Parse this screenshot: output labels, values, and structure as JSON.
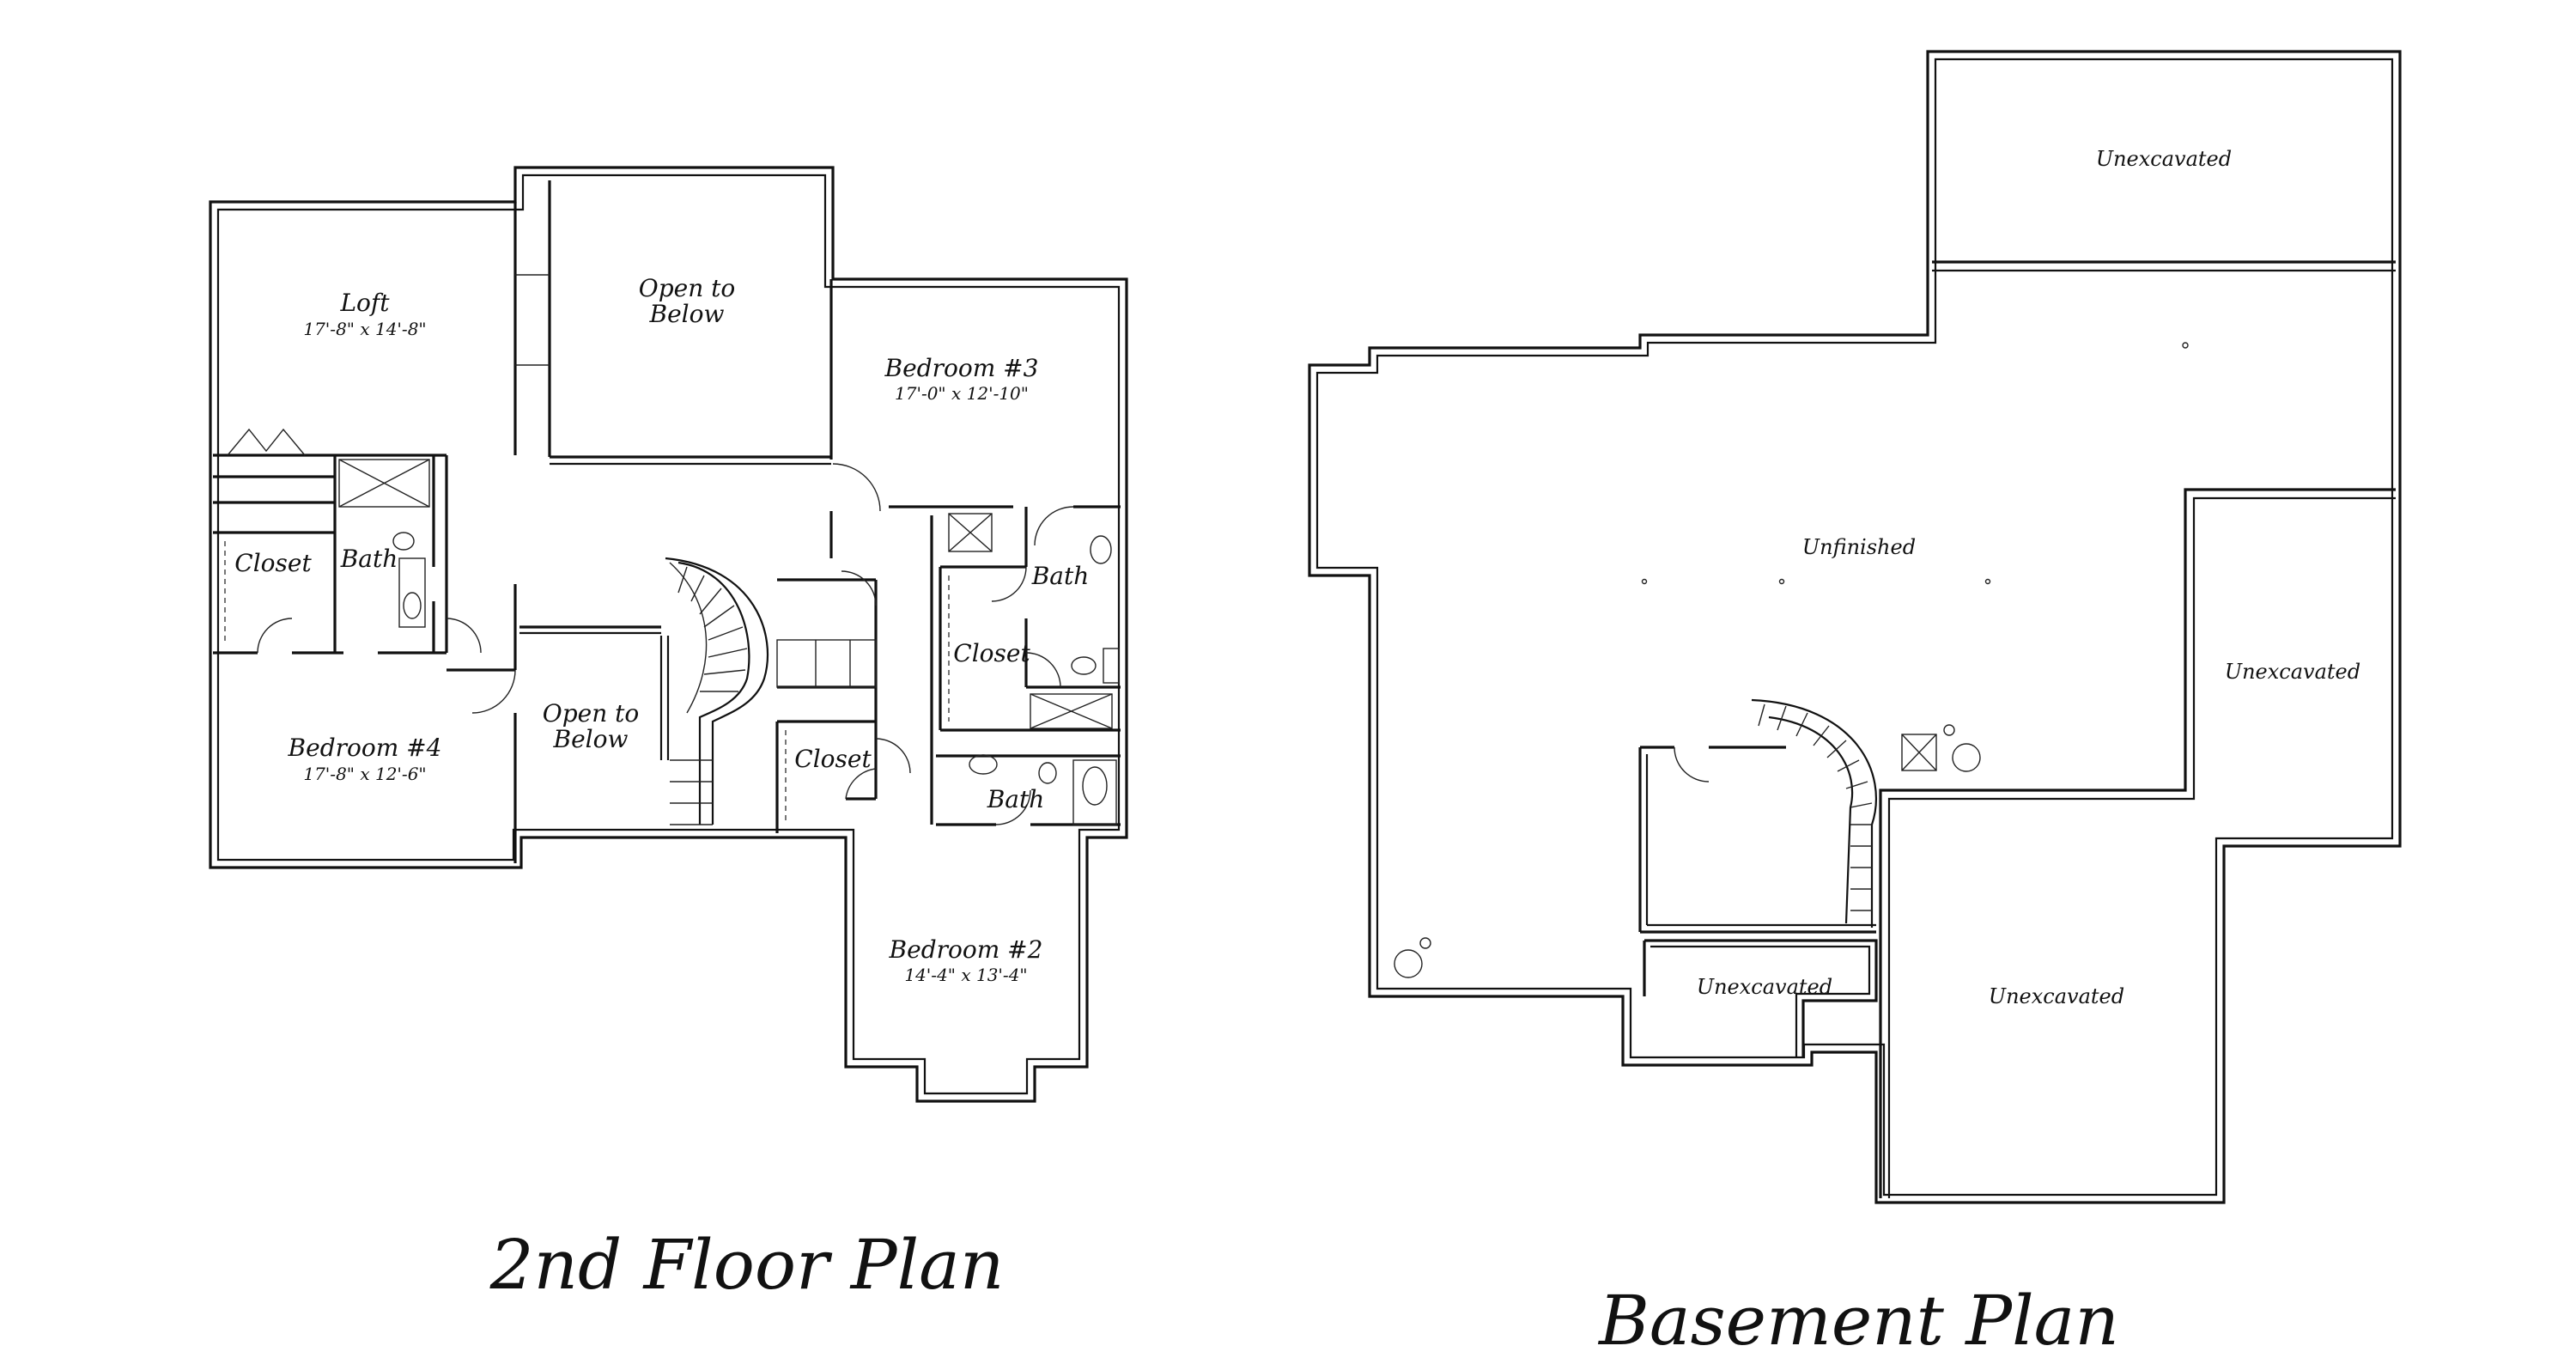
{
  "second_floor": {
    "title": "2nd Floor Plan",
    "rooms": {
      "loft": "Loft",
      "loft_dim": "17'-8\" x 14'-8\"",
      "open_below_top_l1": "Open to",
      "open_below_top_l2": "Below",
      "bed3": "Bedroom #3",
      "bed3_dim": "17'-0\" x 12'-10\"",
      "closet_left": "Closet",
      "bath_left": "Bath",
      "bed4": "Bedroom #4",
      "bed4_dim": "17'-8\" x 12'-6\"",
      "open_below_mid_l1": "Open to",
      "open_below_mid_l2": "Below",
      "closet_center": "Closet",
      "bath_right_top": "Bath",
      "closet_right": "Closet",
      "bath_right_bottom": "Bath",
      "bed2": "Bedroom #2",
      "bed2_dim": "14'-4\" x 13'-4\""
    }
  },
  "basement": {
    "title": "Basement Plan",
    "rooms": {
      "unexcavated_top": "Unexcavated",
      "unfinished": "Unfinished",
      "unexcavated_right": "Unexcavated",
      "unexcavated_small": "Unexcavated",
      "unexcavated_bottom": "Unexcavated"
    }
  }
}
